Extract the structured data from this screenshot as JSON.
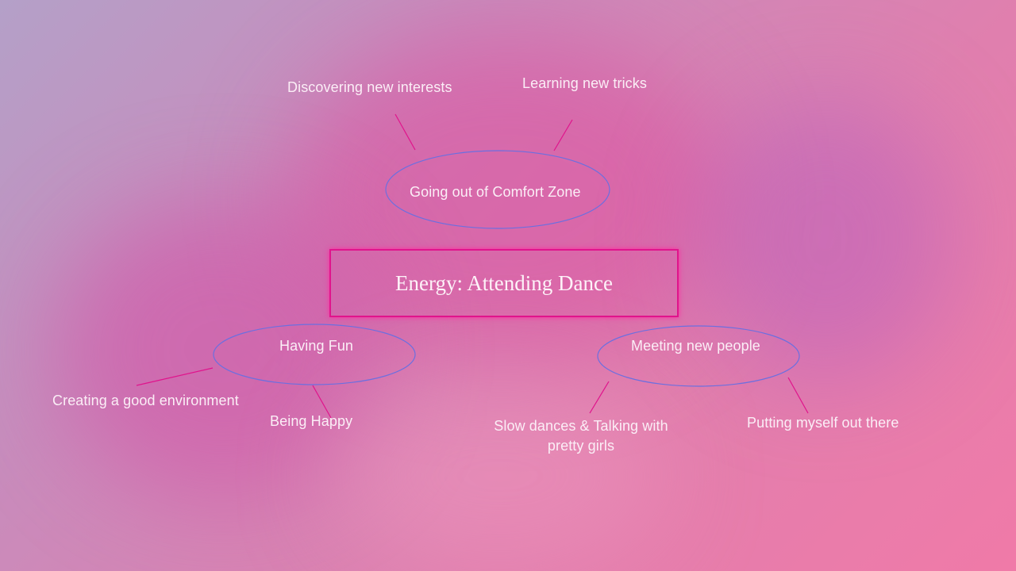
{
  "diagram": {
    "title": "Energy: Attending Dance",
    "nodes": {
      "comfort_zone": "Going out of Comfort Zone",
      "having_fun": "Having Fun",
      "meeting_people": "Meeting new people"
    },
    "leaves": {
      "discovering": "Discovering new interests",
      "learning": "Learning new tricks",
      "environment": "Creating a good environment",
      "being_happy": "Being Happy",
      "slow_dances_line1": "Slow dances & Talking with",
      "slow_dances_line2": "pretty girls",
      "putting_out": "Putting myself out there"
    }
  },
  "colors": {
    "connector": "#e0148c",
    "ellipse_outline": "#6b6fe0",
    "title_border": "#e0148c",
    "text": "#fbeef6"
  }
}
